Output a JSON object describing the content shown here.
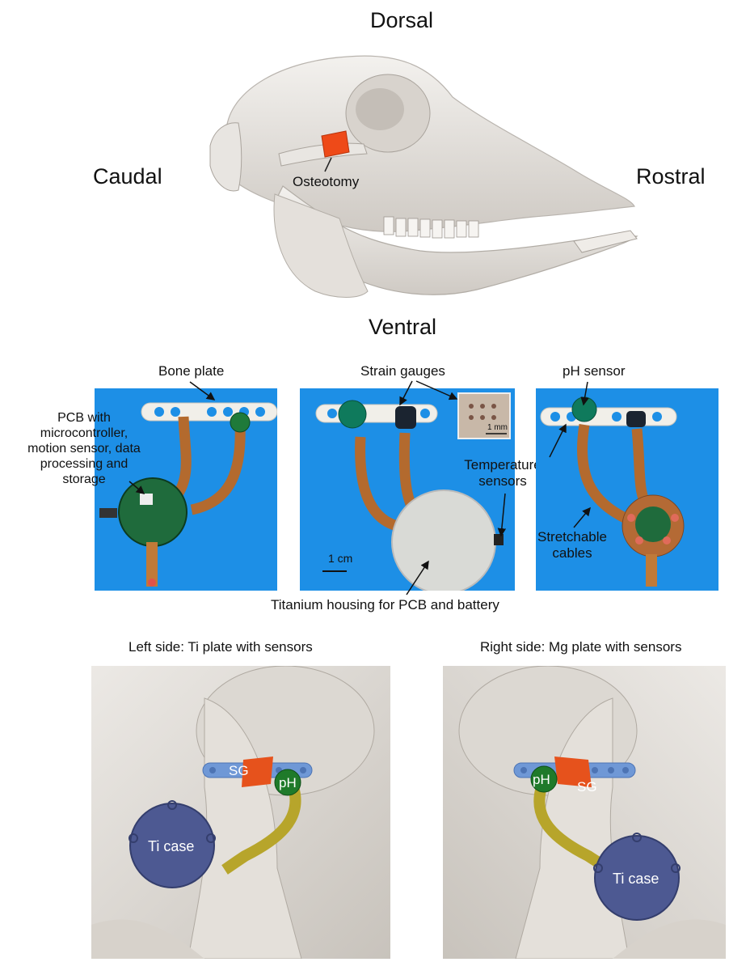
{
  "skull": {
    "dorsal": "Dorsal",
    "ventral": "Ventral",
    "caudal": "Caudal",
    "rostral": "Rostral",
    "osteotomy": "Osteotomy",
    "colors": {
      "bone": "#e6e3df",
      "osteotomy": "#ee4a18"
    }
  },
  "device_photos": {
    "background": "#1d8fe6",
    "panel1": {
      "bone_plate": "Bone plate",
      "pcb_line1": "PCB with",
      "pcb_line2": "microcontroller,",
      "pcb_line3": "motion sensor, data",
      "pcb_line4": "processing and",
      "pcb_line5": "storage"
    },
    "panel2": {
      "strain_gauges": "Strain gauges",
      "inset_scale": "1 mm",
      "temp_line1": "Temperature",
      "temp_line2": "sensors",
      "scale": "1 cm"
    },
    "panel3": {
      "ph_sensor": "pH sensor",
      "stretch_line1": "Stretchable",
      "stretch_line2": "cables"
    },
    "housing_caption": "Titanium housing for PCB and battery"
  },
  "renders": {
    "left_title": "Left side: Ti plate with sensors",
    "right_title": "Right side: Mg plate with sensors",
    "sg": "SG",
    "ph": "pH",
    "ti_case": "Ti case",
    "colors": {
      "plate": "#6f98d6",
      "ph": "#1f7a2a",
      "case": "#4d5992",
      "cable": "#b7a52b",
      "gauge": "#e6521c"
    }
  }
}
